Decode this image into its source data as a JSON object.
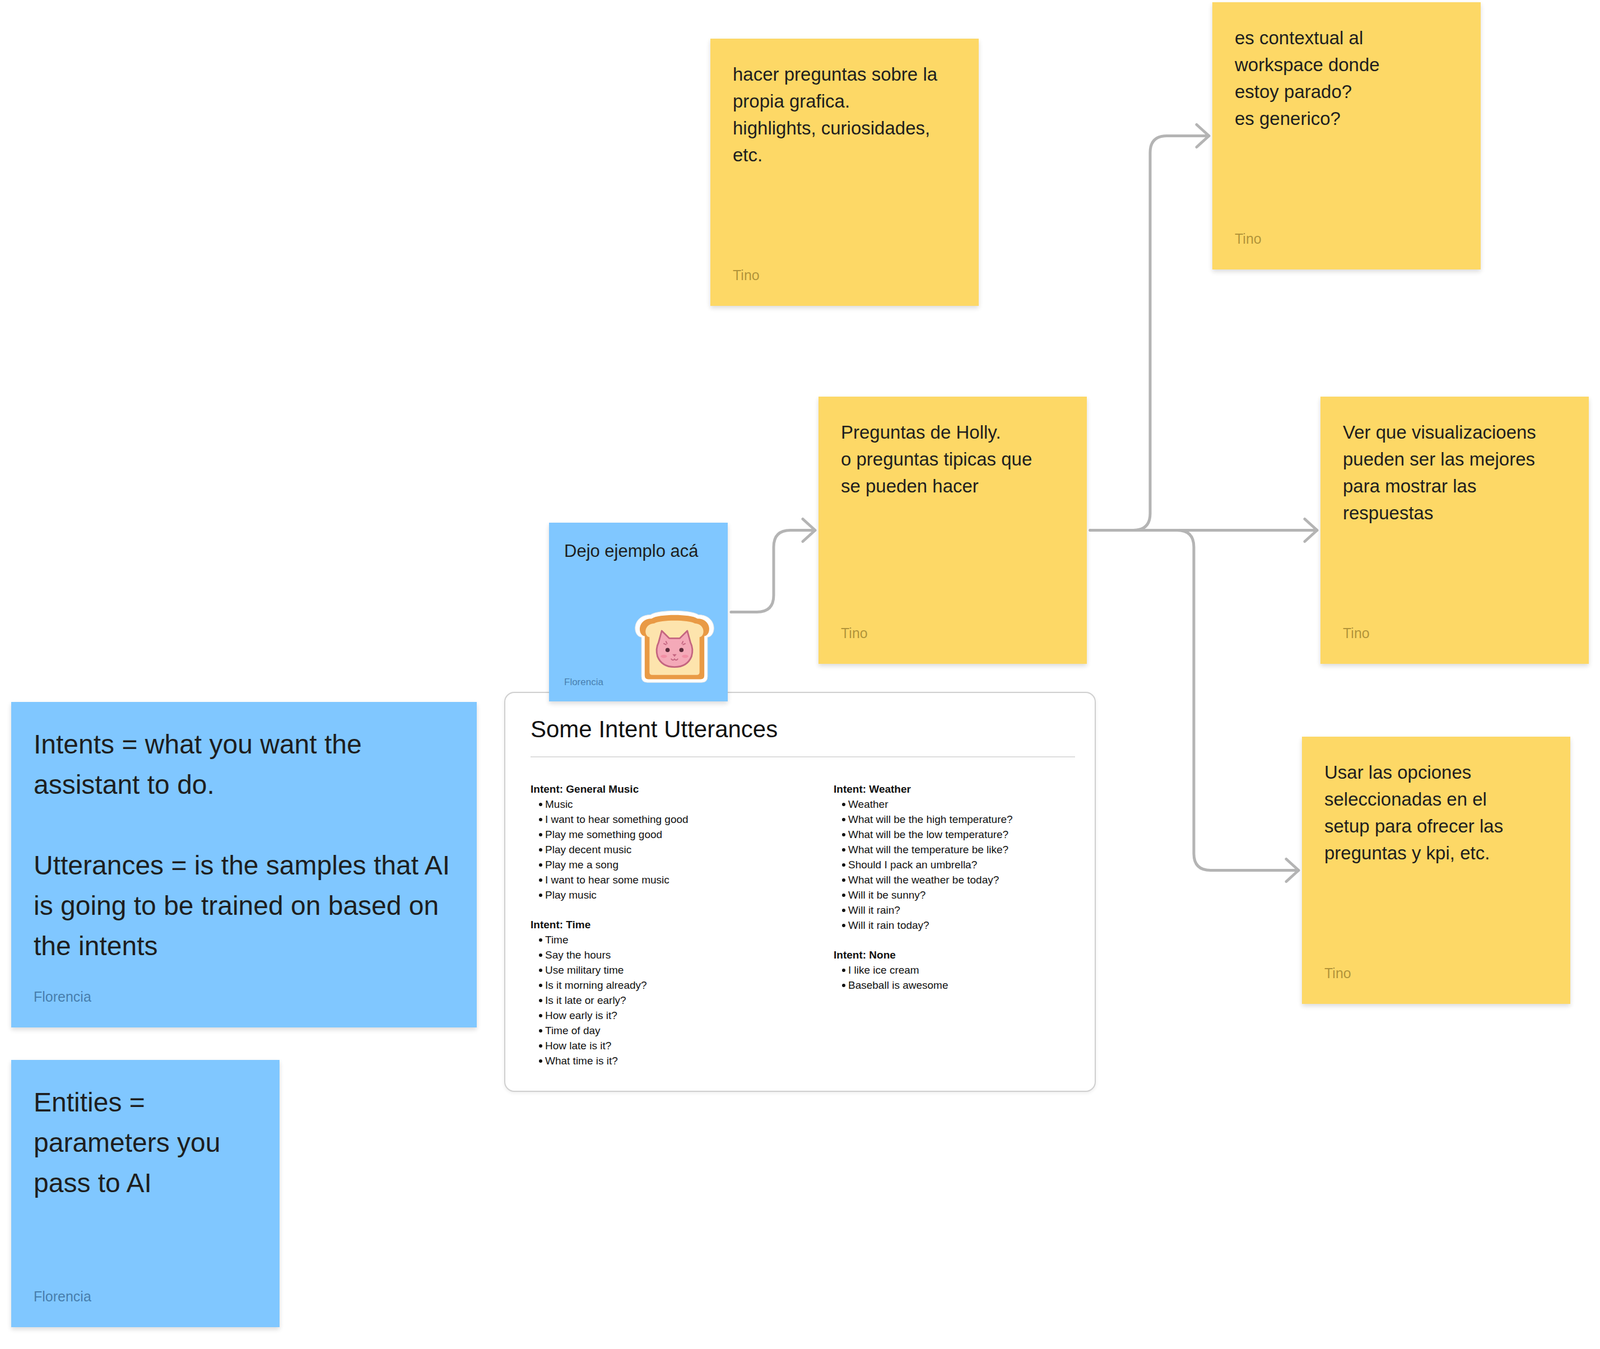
{
  "diagram": {
    "nodes": [
      {
        "text": [
          "hacer preguntas sobre la propia grafica.",
          "highlights, curiosidades, etc.",
          "Tino"
        ]
      },
      {
        "text": [
          "es contextual al workspace donde estoy parado?",
          "es generico?",
          "Tino"
        ]
      },
      {
        "text": [
          "Preguntas de Holly.",
          "o preguntas tipicas que se pueden hacer",
          "Tino"
        ]
      },
      {
        "text": [
          "Ver que visualizacioens pueden ser las mejores para mostrar las respuestas",
          "Tino"
        ]
      },
      {
        "text": [
          "Usar las opciones seleccionadas en el setup para ofrecer las preguntas y kpi, etc.",
          "Tino"
        ]
      },
      {
        "text": [
          "Dejo ejemplo acá",
          "Florencia"
        ]
      },
      {
        "text": [
          "Some Intent Utterances",
          "Intent: General Music",
          "Music",
          "I want to hear something good",
          "Play me something good",
          "Play decent music",
          "Play me a song",
          "I want to hear some music",
          "Play music",
          "Intent: Time",
          "Time",
          "Say the hours",
          "Use military time",
          "Is it morning already?",
          "Is it late or early?",
          "How early is it?",
          "Time of day",
          "How late is it?",
          "What time is it?",
          "Intent: Weather",
          "Weather",
          "What will be the high temperature?",
          "What will be the low temperature?",
          "What will the temperature be like?",
          "Should I pack an umbrella?",
          "What will the weather be today?",
          "Will it be sunny?",
          "Will it rain?",
          "Will it rain today?",
          "Intent: None",
          "I like ice cream",
          "Baseball is awesome"
        ]
      },
      {
        "text": [
          "Intents = what you want the assistant to do.",
          "Utterances = is the samples that AI is going to be trained on based on the intents",
          "Florencia"
        ]
      },
      {
        "text": [
          "Entities = parameters you pass to AI",
          "Florencia"
        ]
      }
    ],
    "edges": [
      {
        "from": 5,
        "to": 2,
        "arrow": "to"
      },
      {
        "from": 2,
        "to": 1,
        "arrow": "to"
      },
      {
        "from": 2,
        "to": 3,
        "arrow": "to"
      },
      {
        "from": 2,
        "to": 4,
        "arrow": "to"
      }
    ]
  }
}
